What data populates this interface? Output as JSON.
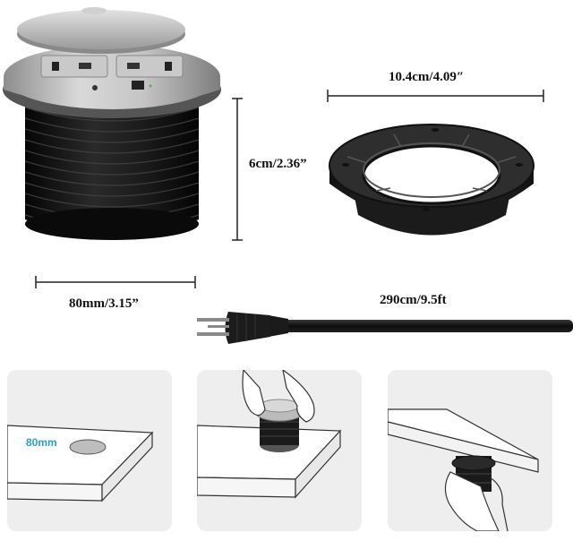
{
  "dimensions": {
    "height_label": "6cm/2.36”",
    "width_label": "80mm/3.15”",
    "ring_label": "10.4cm/4.09″",
    "cord_label": "290cm/9.5ft"
  },
  "steps": {
    "hole_label": "80mm"
  },
  "colors": {
    "accent": "#2f9fc4",
    "metal": "#b8b8b8",
    "body": "#151515",
    "panel": "#eeeeee"
  }
}
